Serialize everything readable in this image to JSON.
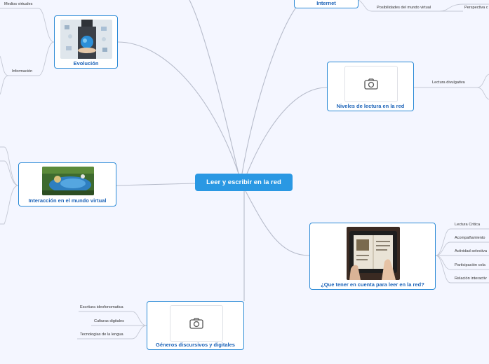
{
  "central": {
    "label": "Leer y escribir en la red"
  },
  "nodes": {
    "internet": {
      "title": "Internet"
    },
    "evolucion": {
      "title": "Evolución",
      "image_icon": "globe-hand-icon"
    },
    "niveles": {
      "title": "Niveles de lectura en la red",
      "image_icon": "camera-icon"
    },
    "interaccion": {
      "title": "Interacción en el mundo virtual",
      "image_icon": "water-scene-icon"
    },
    "que_tener": {
      "title": "¿Que tener en cuenta para leer en la red?",
      "image_icon": "tablet-reading-icon"
    },
    "generos": {
      "title": "Géneros discursivos y digitales",
      "image_icon": "camera-icon"
    }
  },
  "leaves": {
    "medios_virtuales": "Medios virtuales",
    "informacion": "Información",
    "posibilidades": "Posibilidades del mundo virtual",
    "perspectiva": "Perspectiva c",
    "lectura_divulgativa": "Lectura divulgativa",
    "que_tener": [
      "Lectura Critica",
      "Acompañamiento",
      "Actividad selectiva",
      "Participación cola",
      "Relación interactiv"
    ],
    "generos": [
      "Escritura ideofonomatica",
      "Culturas digitales",
      "Tecnologias de la lengua"
    ]
  },
  "colors": {
    "background": "#f4f6ff",
    "central": "#2a98e3",
    "node_border": "#2b8ad6",
    "node_title": "#1c63b8",
    "connector": "#b7bccb"
  }
}
